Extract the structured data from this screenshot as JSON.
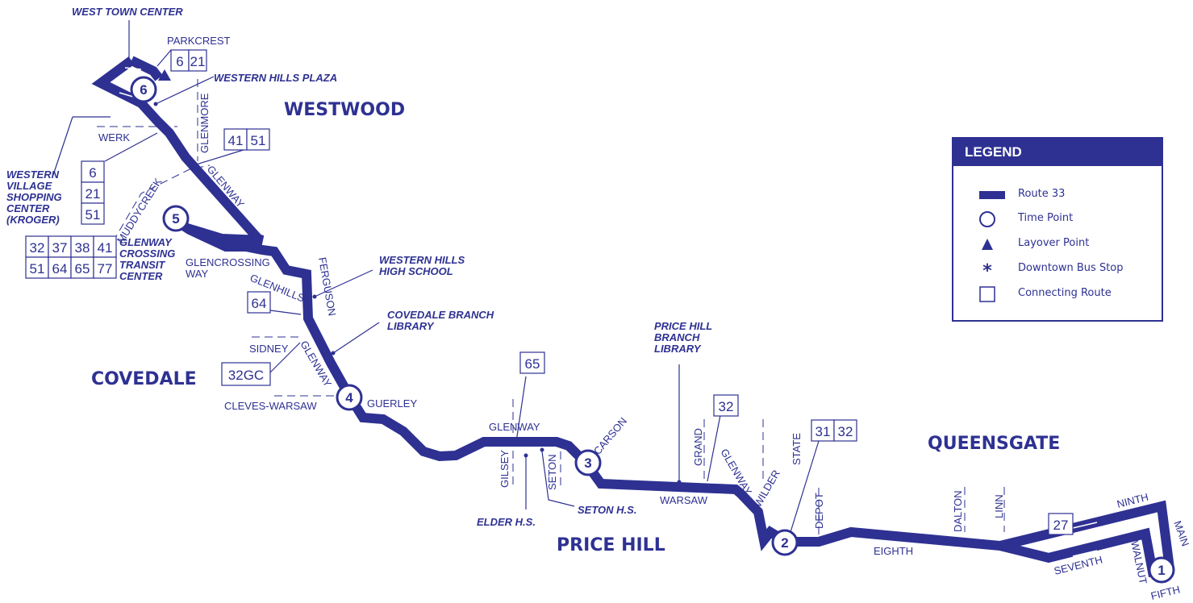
{
  "colors": {
    "route": "#2e3192",
    "background": "#ffffff"
  },
  "neighborhoods": {
    "westwood": "WESTWOOD",
    "covedale": "COVEDALE",
    "price_hill": "PRICE HILL",
    "queensgate": "QUEENSGATE"
  },
  "landmarks": {
    "west_town_center": "WEST TOWN CENTER",
    "western_hills_plaza": "WESTERN HILLS PLAZA",
    "western_village": [
      "WESTERN",
      "VILLAGE",
      "SHOPPING",
      "CENTER",
      "(KROGER)"
    ],
    "glenway_crossing": [
      "GLENWAY",
      "CROSSING",
      "TRANSIT",
      "CENTER"
    ],
    "western_hills_hs": [
      "WESTERN HILLS",
      "HIGH SCHOOL"
    ],
    "covedale_library": [
      "COVEDALE BRANCH",
      "LIBRARY"
    ],
    "price_hill_library": [
      "PRICE HILL",
      "BRANCH",
      "LIBRARY"
    ],
    "elder_hs": "ELDER H.S.",
    "seton_hs": "SETON H.S."
  },
  "streets": {
    "parkcrest": "PARKCREST",
    "werk": "WERK",
    "glenmore": "GLENMORE",
    "muddycreek": "MUDDYCREEK",
    "glenway": "GLENWAY",
    "glencrossing": "GLENCROSSING",
    "way": "WAY",
    "glenhills": "GLENHILLS",
    "ferguson": "FERGUSON",
    "sidney": "SIDNEY",
    "cleves_warsaw": "CLEVES-WARSAW",
    "guerley": "GUERLEY",
    "gilsey": "GILSEY",
    "seton": "SETON",
    "carson": "CARSON",
    "grand": "GRAND",
    "warsaw": "WARSAW",
    "wilder": "WILDER",
    "state": "STATE",
    "depot": "DEPOT",
    "eighth": "EIGHTH",
    "dalton": "DALTON",
    "linn": "LINN",
    "ninth": "NINTH",
    "main": "MAIN",
    "seventh": "SEVENTH",
    "walnut": "WALNUT",
    "fifth": "FIFTH"
  },
  "time_points": [
    "1",
    "2",
    "3",
    "4",
    "5",
    "6"
  ],
  "connecting_routes": {
    "parkcrest": [
      "6",
      "21"
    ],
    "glenmore": [
      "41",
      "51"
    ],
    "western_village": [
      "6",
      "21",
      "51"
    ],
    "glenway_crossing_row1": [
      "32",
      "37",
      "38",
      "41"
    ],
    "glenway_crossing_row2": [
      "51",
      "64",
      "65",
      "77"
    ],
    "glenhills": [
      "64"
    ],
    "sidney": [
      "32GC"
    ],
    "carson": [
      "65"
    ],
    "grand": [
      "32"
    ],
    "state": [
      "31",
      "32"
    ],
    "linn": [
      "27"
    ]
  },
  "legend": {
    "title": "LEGEND",
    "items": [
      {
        "icon": "route-line",
        "label": "Route 33"
      },
      {
        "icon": "circle-icon",
        "label": "Time Point"
      },
      {
        "icon": "triangle-icon",
        "label": "Layover Point"
      },
      {
        "icon": "asterisk-icon",
        "label": "Downtown Bus Stop"
      },
      {
        "icon": "square-icon",
        "label": "Connecting Route"
      }
    ]
  }
}
